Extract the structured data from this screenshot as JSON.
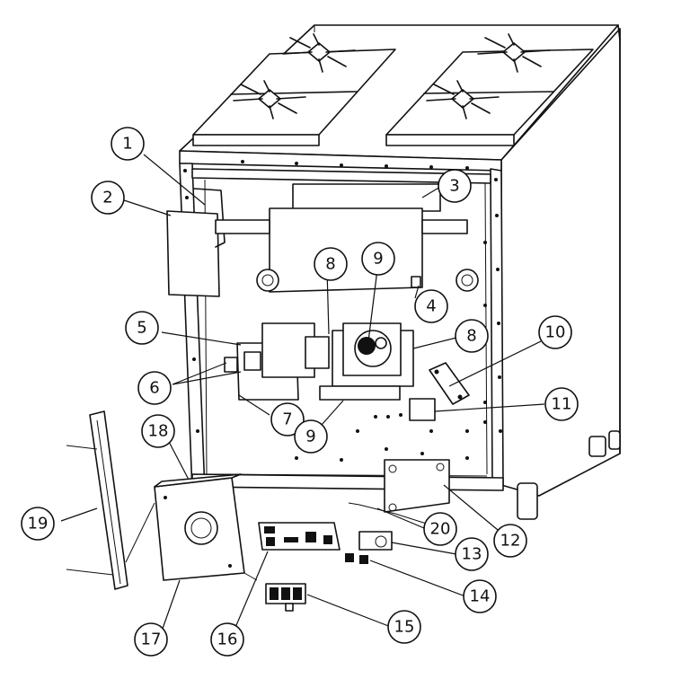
{
  "callouts": [
    {
      "label": "1"
    },
    {
      "label": "2"
    },
    {
      "label": "3"
    },
    {
      "label": "4"
    },
    {
      "label": "5"
    },
    {
      "label": "6"
    },
    {
      "label": "7"
    },
    {
      "label": "8"
    },
    {
      "label": "9"
    },
    {
      "label": "8"
    },
    {
      "label": "9"
    },
    {
      "label": "10"
    },
    {
      "label": "11"
    },
    {
      "label": "12"
    },
    {
      "label": "13"
    },
    {
      "label": "14"
    },
    {
      "label": "15"
    },
    {
      "label": "16"
    },
    {
      "label": "17"
    },
    {
      "label": "18"
    },
    {
      "label": "19"
    },
    {
      "label": "20"
    }
  ]
}
